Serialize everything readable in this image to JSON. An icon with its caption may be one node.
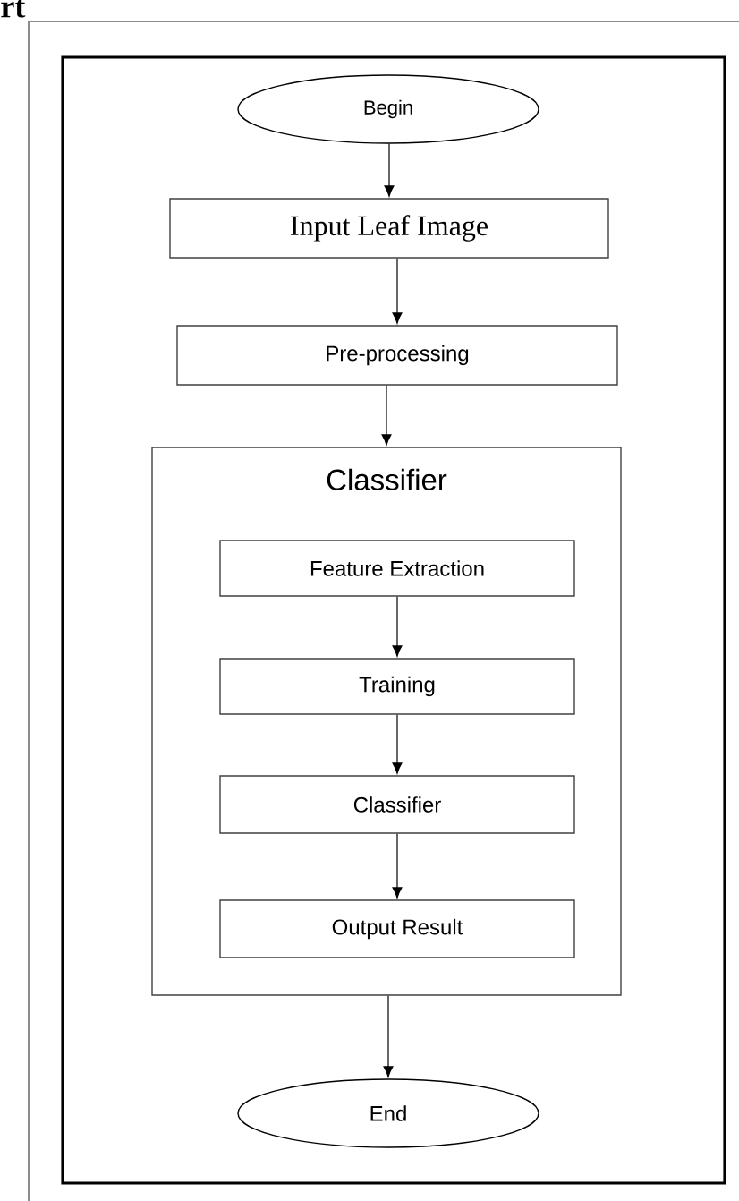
{
  "diagram": {
    "nodes": [
      {
        "text": [
          "Begin"
        ]
      },
      {
        "text": [
          "Input Leaf Image"
        ]
      },
      {
        "text": [
          "Pre-processing"
        ]
      },
      {
        "text": [
          "Classifier"
        ]
      },
      {
        "text": [
          "Feature Extraction"
        ],
        "in": 3
      },
      {
        "text": [
          "Training"
        ],
        "in": 3
      },
      {
        "text": [
          "Classifier"
        ],
        "in": 3
      },
      {
        "text": [
          "Output Result"
        ],
        "in": 3
      },
      {
        "text": [
          "End"
        ]
      }
    ],
    "edges": [
      {
        "from": 0,
        "to": 1,
        "arrow": "to"
      },
      {
        "from": 1,
        "to": 2,
        "arrow": "to"
      },
      {
        "from": 2,
        "to": 3,
        "arrow": "to"
      },
      {
        "from": 4,
        "to": 5,
        "arrow": "to"
      },
      {
        "from": 5,
        "to": 6,
        "arrow": "to"
      },
      {
        "from": 6,
        "to": 7,
        "arrow": "to"
      },
      {
        "from": 3,
        "to": 8,
        "arrow": "to"
      }
    ],
    "labels": [
      "rt"
    ]
  }
}
